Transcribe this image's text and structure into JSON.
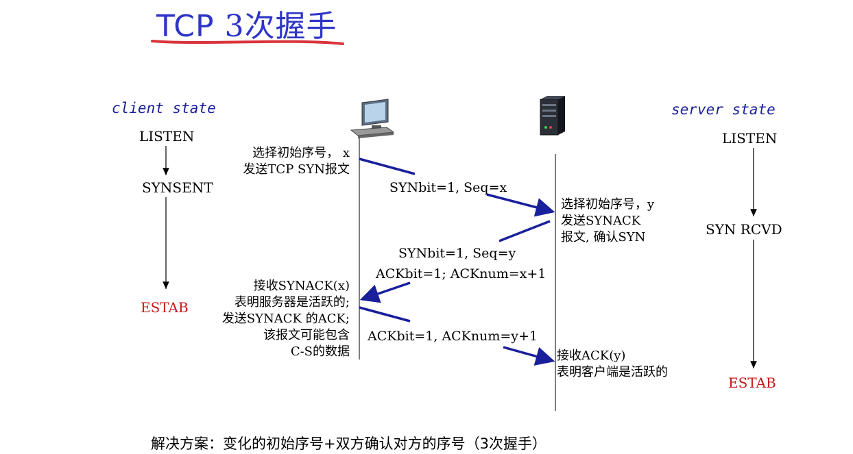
{
  "title": {
    "prefix": "TCP",
    "rest_num": "3",
    "rest": "次握手"
  },
  "client": {
    "header": "client state",
    "states": [
      "LISTEN",
      "SYNSENT",
      "ESTAB"
    ]
  },
  "server": {
    "header": "server state",
    "states": [
      "LISTEN",
      "SYN RCVD",
      "ESTAB"
    ]
  },
  "client_notes": {
    "step1": [
      "选择初始序号， x",
      "发送TCP SYN报文"
    ],
    "step3": [
      "接收SYNACK(x)",
      "表明服务器是活跃的;",
      "发送SYNACK 的ACK;",
      "该报文可能包含",
      "C-S的数据"
    ]
  },
  "server_notes": {
    "step2": [
      "选择初始序号，y",
      "发送SYNACK",
      "报文, 确认SYN"
    ],
    "step4": [
      "接收ACK(y)",
      "表明客户端是活跃的"
    ]
  },
  "messages": {
    "syn": "SYNbit=1, Seq=x",
    "synack_1": "SYNbit=1, Seq=y",
    "synack_2": "ACKbit=1; ACKnum=x+1",
    "ack": "ACKbit=1, ACKnum=y+1"
  },
  "footer": "解决方案：变化的初始序号+双方确认对方的序号（3次握手）",
  "colors": {
    "title": "#2e35c8",
    "arrow": "#1a1f9c",
    "estab": "#c41a1a",
    "underline": "#d9343c"
  },
  "icons": {
    "client": "desktop-computer-icon",
    "server": "server-tower-icon"
  }
}
